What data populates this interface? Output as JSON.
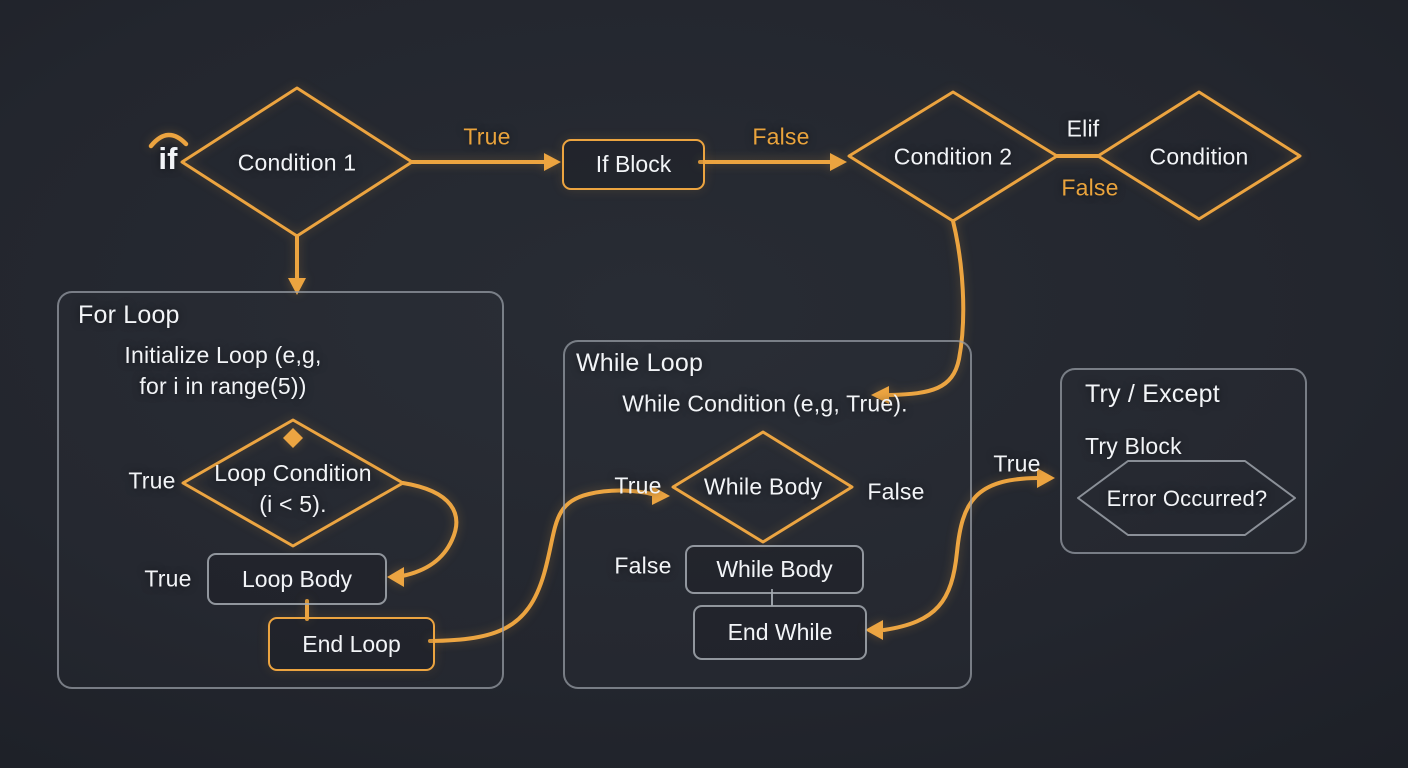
{
  "palette": {
    "orange": "#ECA440",
    "orange_text": "#E9A33C",
    "gray": "#9AA0A8",
    "white": "#F2F4F7",
    "background": "#21242B"
  },
  "top_flow": {
    "if_keyword": "if",
    "condition1": "Condition 1",
    "true_label": "True",
    "if_block": "If Block",
    "false_label": "False",
    "condition2": "Condition 2",
    "elif_label": "Elif",
    "elif_false_label": "False",
    "elif_condition": "Condition"
  },
  "for_loop": {
    "title": "For Loop",
    "initialize_line1": "Initialize Loop (e,g,",
    "initialize_line2": "for i in range(5))",
    "condition_line1": "Loop Condition",
    "condition_line2": "(i < 5).",
    "condition_true_label": "True",
    "body_true_label": "True",
    "loop_body": "Loop Body",
    "end_loop": "End Loop"
  },
  "while_loop": {
    "title": "While Loop",
    "condition_text": "While Condition (e,g, True).",
    "condition_diamond": "While Body",
    "true_label": "True",
    "false_label": "False",
    "body_false_label": "False",
    "body_rect": "While Body",
    "end_while": "End While"
  },
  "try_except": {
    "title": "Try / Except",
    "entry_true_label": "True",
    "try_block_label": "Try Block",
    "error_hexagon": "Error Occurred?"
  }
}
